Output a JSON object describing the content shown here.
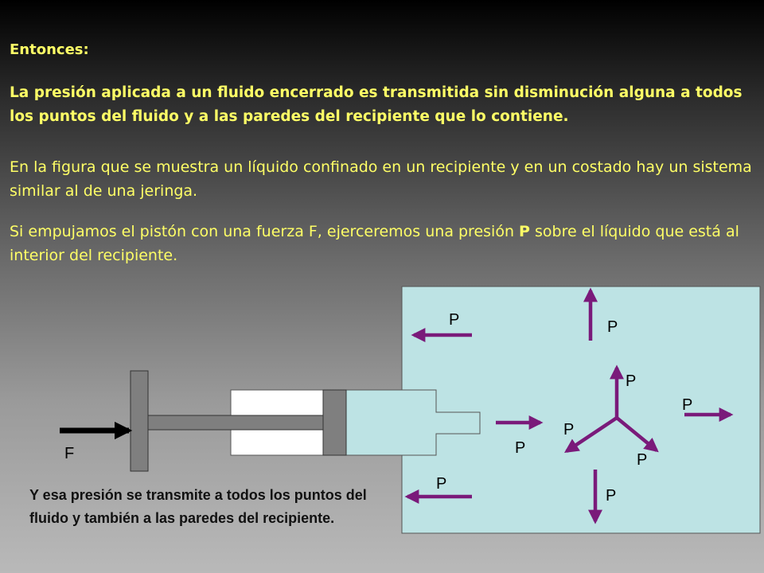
{
  "heading": "Entonces:",
  "principle": "La presión aplicada a un fluido encerrado es transmitida sin disminución alguna a todos los puntos del fluido y a las paredes del recipiente que lo contiene.",
  "paragraph1": "En la figura que se muestra un líquido confinado en un recipiente y en un costado hay un sistema similar al de una jeringa.",
  "paragraph2": {
    "before": "Si empujamos el pistón con una fuerza F, ejerceremos una presión ",
    "bold": "P",
    "after": " sobre el líquido que está al interior del recipiente."
  },
  "bottom_text": "Y esa presión se transmite a todos los puntos del fluido y también a las paredes del recipiente.",
  "diagram": {
    "force_label": "F",
    "pressure_label": "P",
    "colors": {
      "fluid": "#bde3e4",
      "arrow": "#7a1a7a",
      "piston": "#7f7f7f",
      "force_arrow": "#000000"
    }
  }
}
